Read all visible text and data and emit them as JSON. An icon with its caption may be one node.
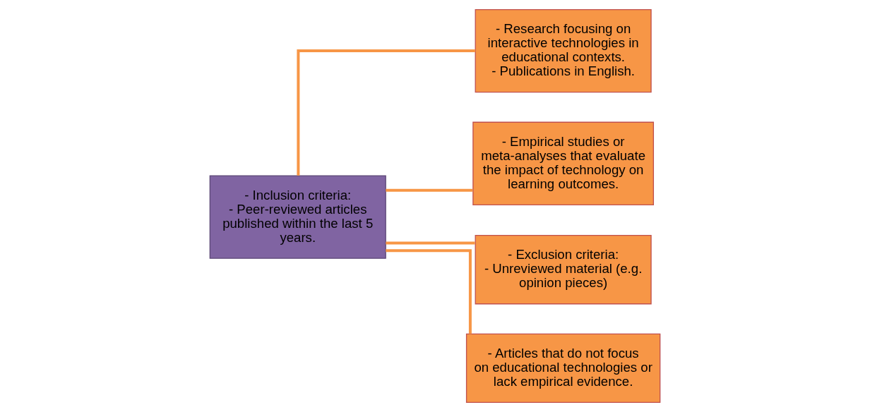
{
  "diagram": {
    "nodes": [
      {
        "text": [
          "- Inclusion criteria:",
          "- Peer-reviewed articles published within the last 5 years."
        ]
      },
      {
        "text": [
          "- Research focusing on interactive technologies in educational contexts.",
          "- Publications in English."
        ]
      },
      {
        "text": [
          "- Empirical studies or meta-analyses that evaluate the impact of technology on learning outcomes."
        ]
      },
      {
        "text": [
          "- Exclusion criteria:",
          "- Unreviewed material (e.g. opinion pieces)"
        ]
      },
      {
        "text": [
          "- Articles that do not focus on educational technologies or lack empirical evidence."
        ]
      }
    ],
    "edges": [
      {
        "from": 0,
        "to": 1,
        "arrow": "none"
      },
      {
        "from": 0,
        "to": 2,
        "arrow": "none"
      },
      {
        "from": 0,
        "to": 3,
        "arrow": "none"
      },
      {
        "from": 0,
        "to": 4,
        "arrow": "none"
      }
    ]
  }
}
